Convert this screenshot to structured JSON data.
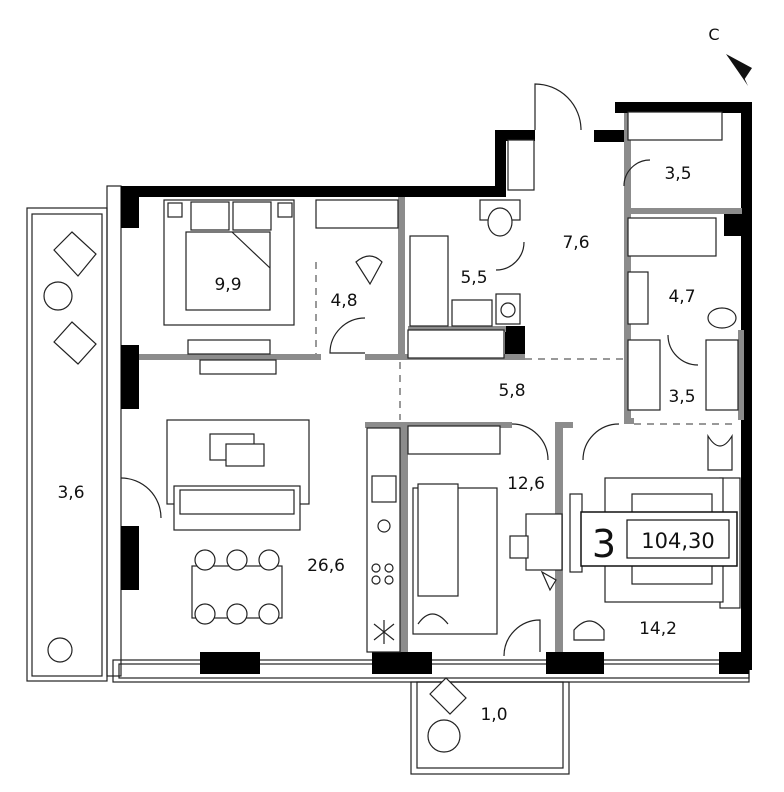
{
  "compass": {
    "label": "С",
    "icon": "north-arrow-icon"
  },
  "apartment": {
    "rooms_count": "3",
    "total_area": "104,30"
  },
  "rooms": {
    "balcony_left": "3,6",
    "bedroom_1": "9,9",
    "wardrobe_1": "4,8",
    "bathroom_1": "5,5",
    "hall": "7,6",
    "wardrobe_2": "3,5",
    "bathroom_2": "4,7",
    "wardrobe_3": "3,5",
    "corridor": "5,8",
    "living_kitchen": "26,6",
    "bedroom_2": "12,6",
    "bedroom_3": "14,2",
    "balcony_bottom": "1,0"
  },
  "colors": {
    "wall": "#000000",
    "partition": "#8c8c8c",
    "line": "#222222"
  }
}
